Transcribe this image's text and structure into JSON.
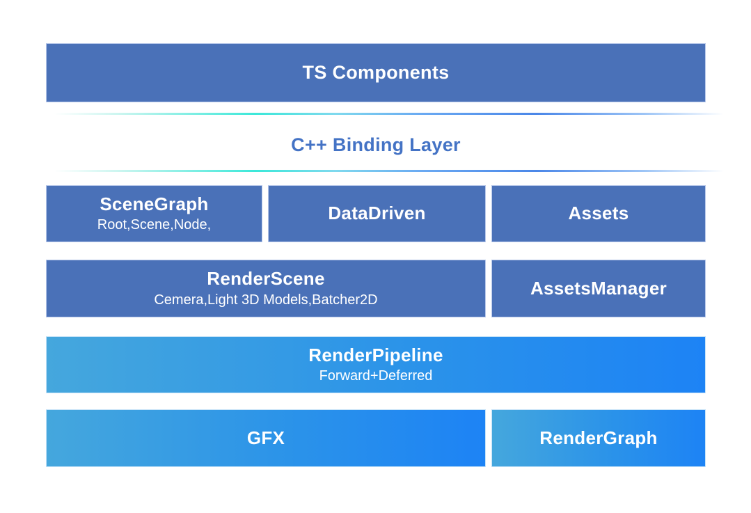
{
  "diagram": {
    "layers": {
      "ts_components": "TS Components",
      "binding_layer": "C++ Binding Layer",
      "scenegraph_title": "SceneGraph",
      "scenegraph_subtitle": "Root,Scene,Node,",
      "datadriven": "DataDriven",
      "assets": "Assets",
      "renderscene_title": "RenderScene",
      "renderscene_subtitle": "Cemera,Light 3D Models,Batcher2D",
      "assetsmanager": "AssetsManager",
      "renderpipeline_title": "RenderPipeline",
      "renderpipeline_subtitle": "Forward+Deferred",
      "gfx": "GFX",
      "rendergraph": "RenderGraph"
    },
    "colors": {
      "solid_box_blue": "#4a71b8",
      "solid_box_border": "#b9c9ea",
      "gradient_box_start": "#45a7dd",
      "gradient_box_end": "#1d83f5",
      "divider_cyan": "#3ce8d9",
      "divider_blue": "#4b87e8",
      "binding_text_blue": "#4473c5",
      "box_text": "#ffffff",
      "background": "#ffffff"
    }
  }
}
